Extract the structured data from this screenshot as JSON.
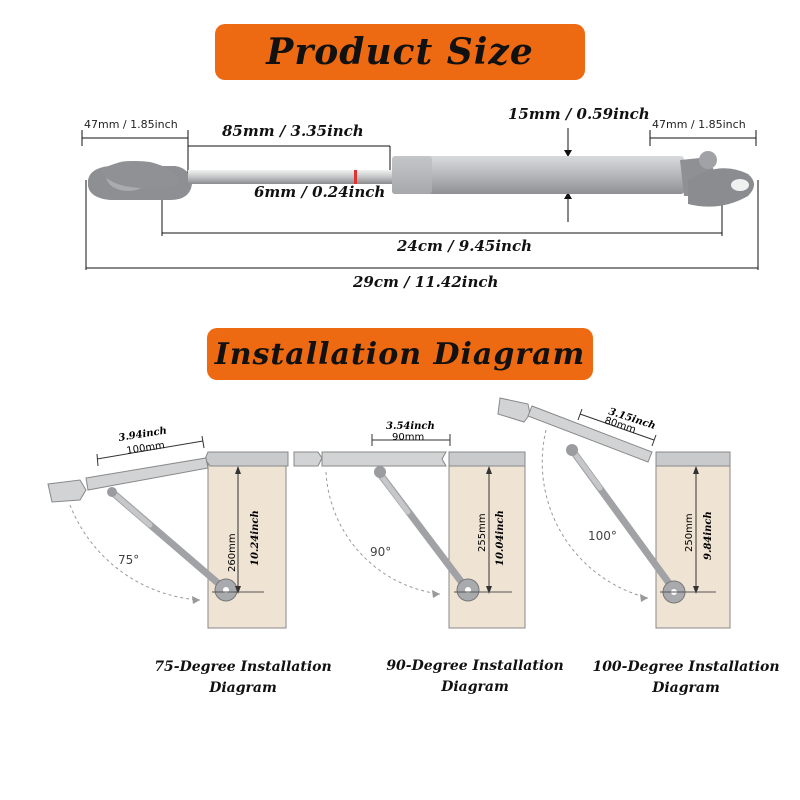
{
  "product_size": {
    "title": "Product Size",
    "dims": {
      "end_left": "47mm / 1.85inch",
      "end_right": "47mm / 1.85inch",
      "rod_length": "85mm / 3.35inch",
      "rod_diameter": "6mm / 0.24inch",
      "cylinder_diameter": "15mm / 0.59inch",
      "center_length": "24cm / 9.45inch",
      "total_length": "29cm / 11.42inch"
    }
  },
  "installation": {
    "title": "Installation Diagram",
    "diagrams": [
      {
        "angle": "75°",
        "width_inch": "3.94inch",
        "width_mm": "100mm",
        "height_mm": "260mm",
        "height_inch": "10.24inch",
        "caption_line1": "75-Degree Installation",
        "caption_line2": "Diagram"
      },
      {
        "angle": "90°",
        "width_inch": "3.54inch",
        "width_mm": "90mm",
        "height_mm": "255mm",
        "height_inch": "10.04inch",
        "caption_line1": "90-Degree Installation",
        "caption_line2": "Diagram"
      },
      {
        "angle": "100°",
        "width_inch": "3.15inch",
        "width_mm": "80mm",
        "height_mm": "250mm",
        "height_inch": "9.84inch",
        "caption_line1": "100-Degree Installation",
        "caption_line2": "Diagram"
      }
    ]
  },
  "colors": {
    "banner": "#ee6a12",
    "cabinet": "#efe3d3",
    "strut": "#9d9fa3",
    "lid": "#d2d3d5"
  }
}
